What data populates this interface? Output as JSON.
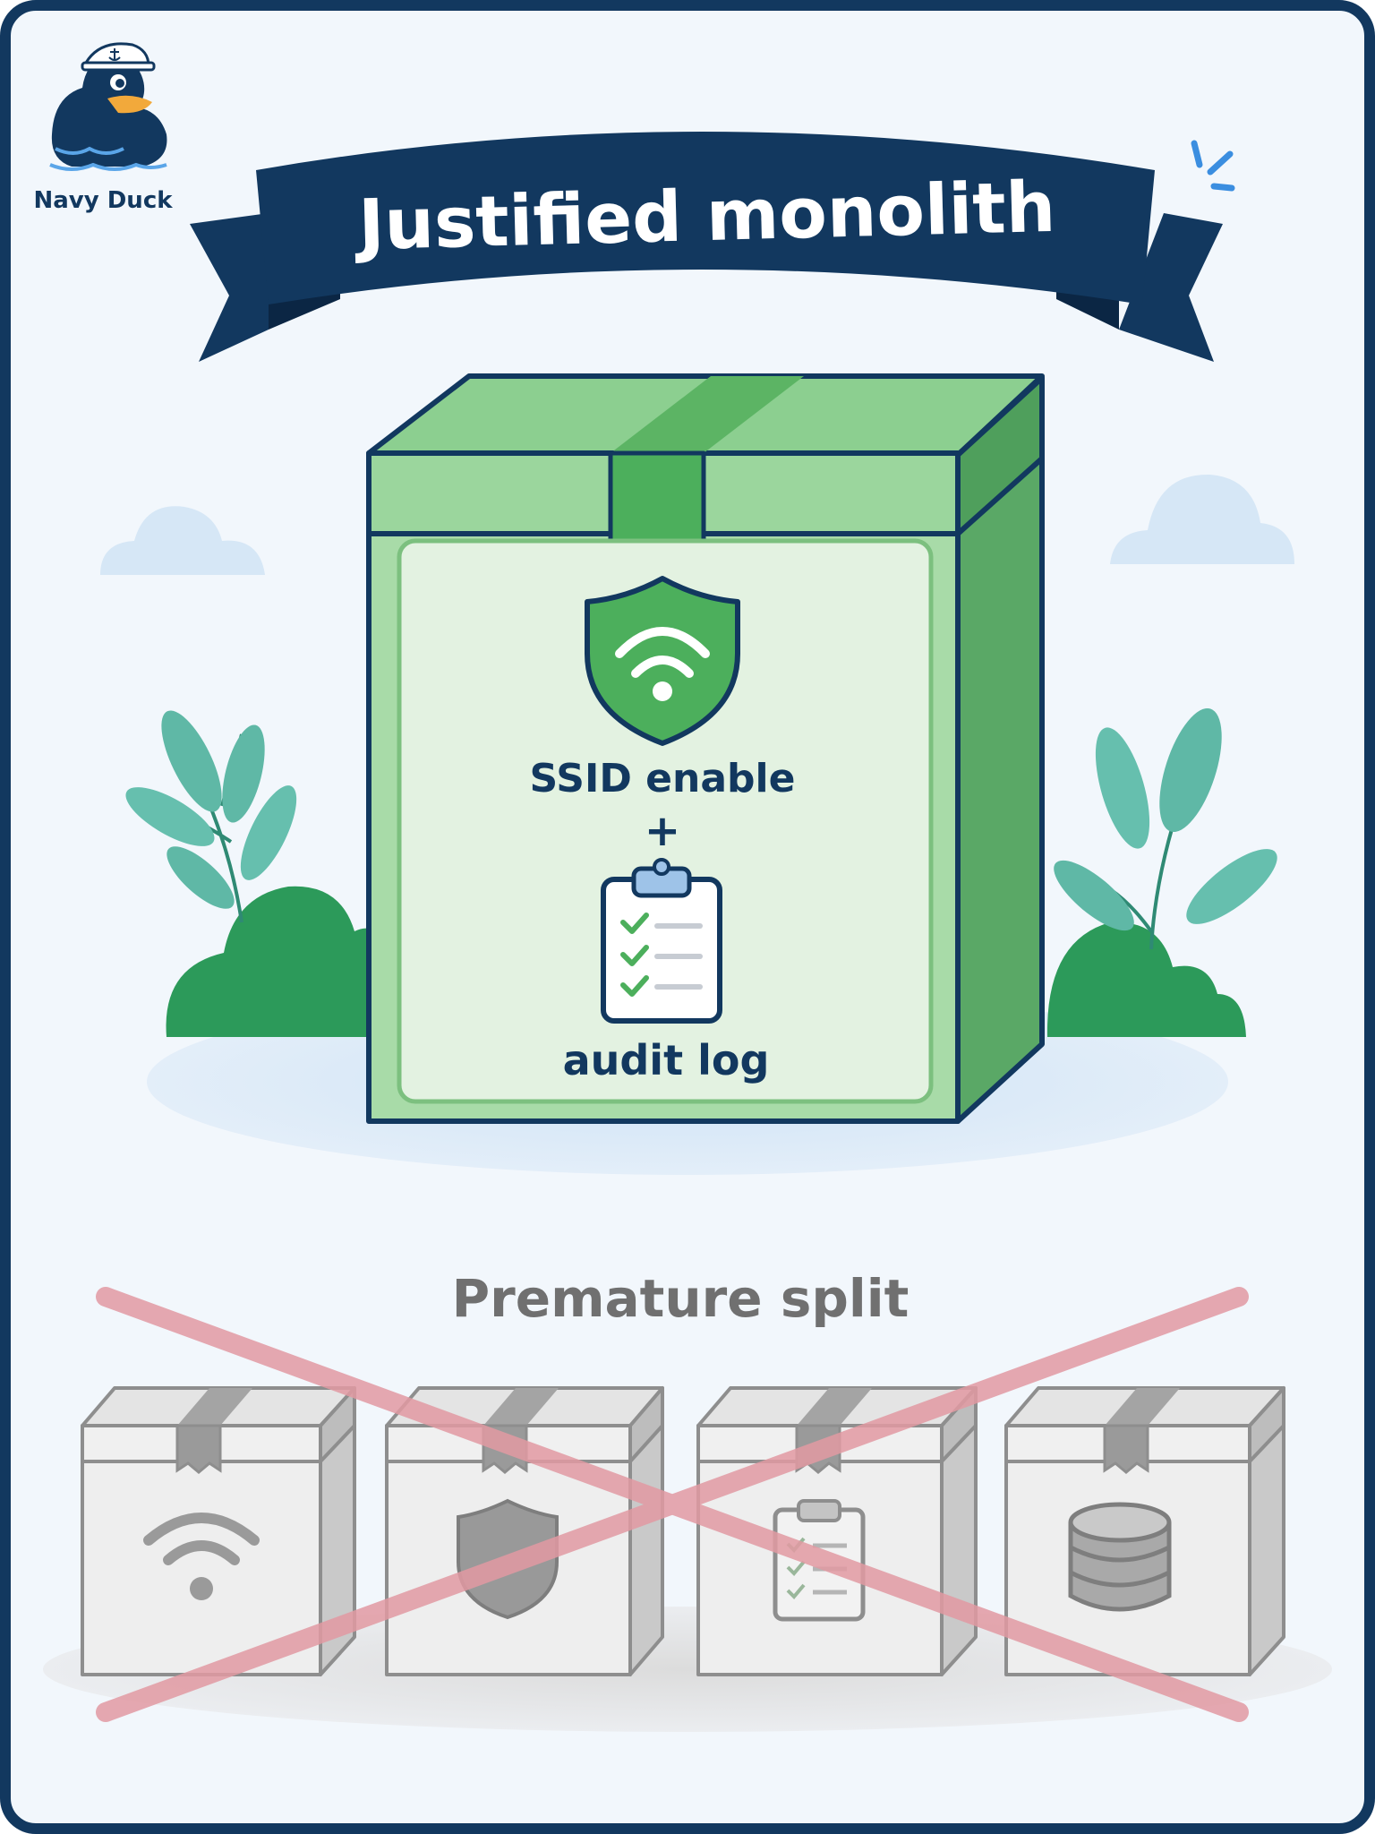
{
  "brand": {
    "name": "Navy Duck"
  },
  "banner": {
    "title": "Justified monolith"
  },
  "monolith": {
    "line1": "SSID enable",
    "plus": "+",
    "line2": "audit log",
    "icons": [
      "wifi-shield-icon",
      "clipboard-checklist-icon"
    ]
  },
  "split": {
    "title": "Premature split",
    "boxes": [
      {
        "icon": "wifi-icon"
      },
      {
        "icon": "shield-icon"
      },
      {
        "icon": "clipboard-icon"
      },
      {
        "icon": "database-icon"
      }
    ]
  },
  "colors": {
    "navy": "#12385F",
    "green": "#4CAF5C",
    "greenLight": "#A3D8A6",
    "grey": "#8E8E8E",
    "crossRed": "#E29AA3"
  }
}
